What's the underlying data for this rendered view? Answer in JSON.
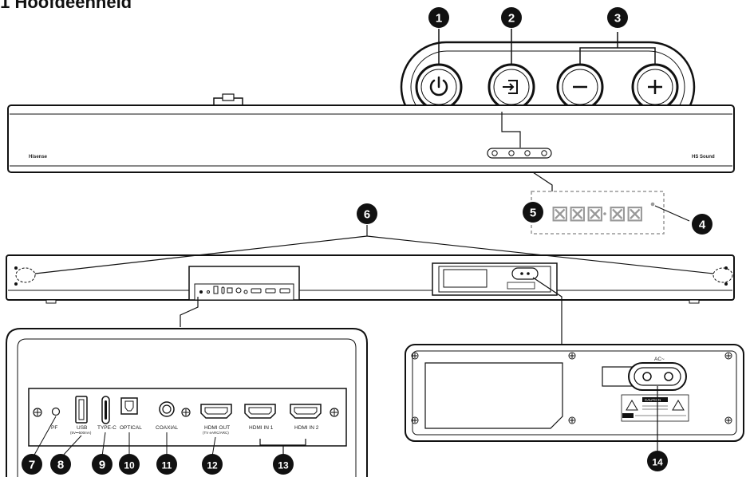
{
  "title": ".1 Hoofdeenheid",
  "brand_left": "Hisense",
  "brand_right": "HS Sound",
  "display_chars": [
    "⊠",
    "⊠",
    "⊠",
    "⊠",
    "⊠"
  ],
  "callouts": [
    "1",
    "2",
    "3",
    "4",
    "5",
    "6",
    "7",
    "8",
    "9",
    "10",
    "11",
    "12",
    "13",
    "14"
  ],
  "ports": {
    "pf": "PF",
    "usb": "USB",
    "usb_sub": "(5V⎓500mA)",
    "typec": "TYPE-C",
    "optical": "OPTICAL",
    "coaxial": "COAXIAL",
    "hdmi_out": "HDMI OUT",
    "hdmi_out_sub": "(TV eARC/ARC)",
    "hdmi_in1": "HDMI IN 1",
    "hdmi_in2": "HDMI IN 2"
  },
  "power_panel": {
    "ac_label": "AC~",
    "caution": "CAUTION"
  }
}
